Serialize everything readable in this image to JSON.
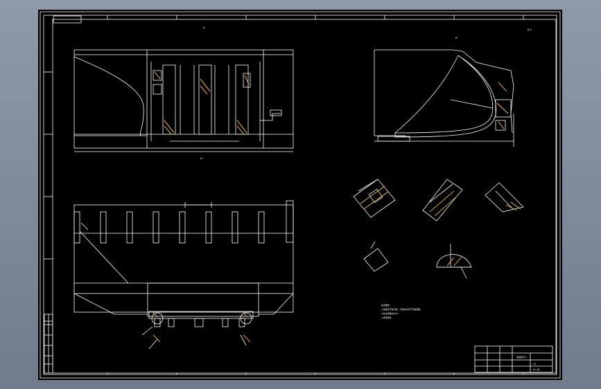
{
  "sheet": {
    "background": "#000000",
    "line_color": "#ffffff",
    "hatch_color": "#b08a50",
    "note_color": "#d8d8d8"
  },
  "labels": {
    "roughness": "6.3",
    "section_label": "A",
    "detail_label": "B",
    "notes": [
      "技术要求",
      "1.焊缝应平整光滑，不得有夹渣气孔等缺陷",
      "2.未注倒角均为C2",
      "3.涂防锈漆"
    ],
    "title_block": {
      "drawing_name": "挖掘机铲斗",
      "scale": "1:5",
      "sheet": "共 1 张"
    }
  }
}
